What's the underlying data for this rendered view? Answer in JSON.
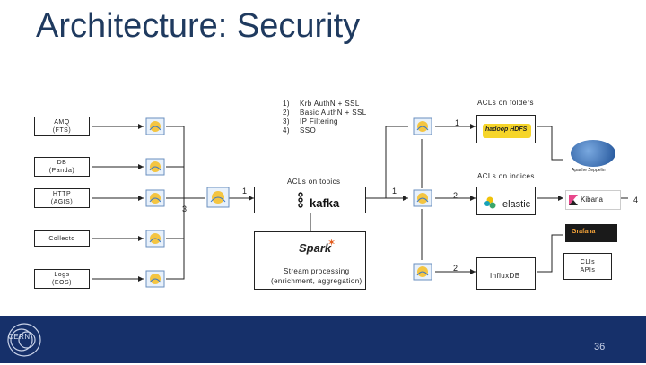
{
  "slide": {
    "title": "Architecture: Security",
    "page_number": "36",
    "footer_logo_text": "CERN"
  },
  "auth": {
    "numbers": [
      "1)",
      "2)",
      "3)",
      "4)"
    ],
    "items": [
      "Krb AuthN + SSL",
      "Basic AuthN + SSL",
      "IP Filtering",
      "SSO"
    ]
  },
  "sources": [
    {
      "line1": "AMQ",
      "line2": "(FTS)"
    },
    {
      "line1": "DB",
      "line2": "(Panda)"
    },
    {
      "line1": "HTTP",
      "line2": "(AGIS)"
    },
    {
      "line1": "Collectd",
      "line2": ""
    },
    {
      "line1": "Logs",
      "line2": "(EOS)"
    }
  ],
  "labels": {
    "acls_folders": "ACLs on folders",
    "acls_topics": "ACLs on topics",
    "acls_indices": "ACLs on indices",
    "spark_line1": "Stream processing",
    "spark_line2": "(enrichment, aggregation)",
    "influxdb": "InfluxDB",
    "clis_line1": "CLIs",
    "clis_line2": "APIs"
  },
  "logos": {
    "kafka": "kafka",
    "spark": "Spark",
    "elastic": "elastic",
    "kibana": "Kibana",
    "hdfs": "hadoop HDFS",
    "zeppelin": "Apache Zeppelin",
    "grafana": "Grafana",
    "flume": "Flume"
  },
  "numbers": {
    "n1_folders": "1",
    "n1_kafka_in": "1",
    "n1_kafka_out": "1",
    "n2_elastic": "2",
    "n2_influx": "2",
    "n3_flume": "3",
    "n4_kibana": "4"
  },
  "colors": {
    "title": "#1f3a5f",
    "footer": "#16306a",
    "line": "#222222"
  }
}
